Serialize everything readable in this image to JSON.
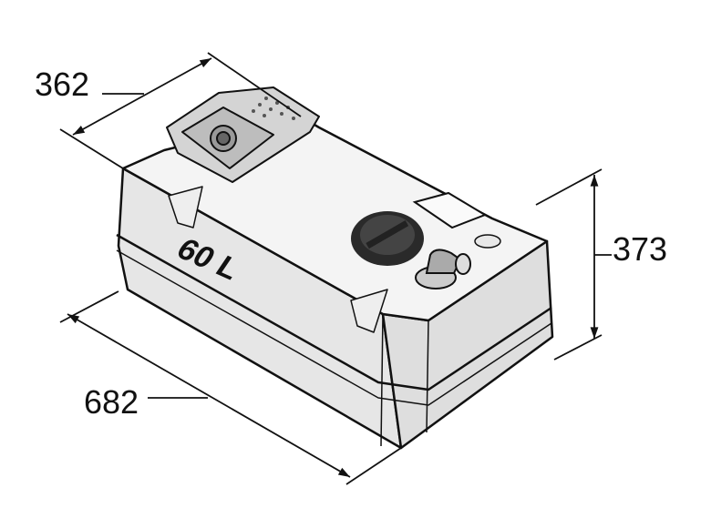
{
  "diagram": {
    "subject": "tank",
    "capacity_label": "60 L",
    "dimensions": {
      "width": "362",
      "height": "373",
      "length": "682"
    }
  },
  "colors": {
    "outline": "#111111",
    "body": "#f2f2f2",
    "shade": "#dcdcdc",
    "cap": "#2a2a2a"
  }
}
